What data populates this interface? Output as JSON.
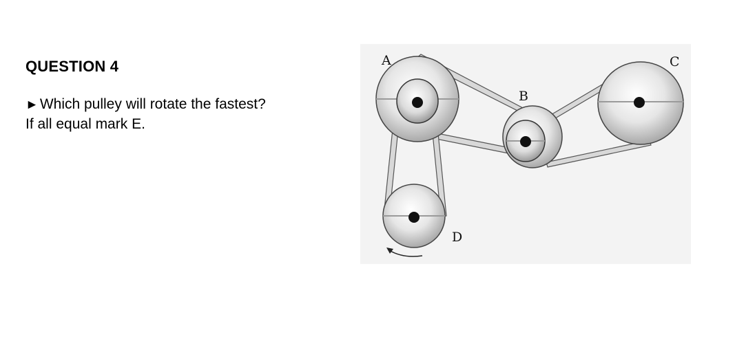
{
  "question": {
    "title": "QUESTION 4",
    "arrow_glyph": "►",
    "line1": "Which pulley will rotate the fastest?",
    "line2": "If all equal mark E."
  },
  "diagram": {
    "labels": {
      "a": "A",
      "b": "B",
      "c": "C",
      "d": "D"
    },
    "rotation_arrow_icon": "counterclockwise-arrow-icon"
  }
}
